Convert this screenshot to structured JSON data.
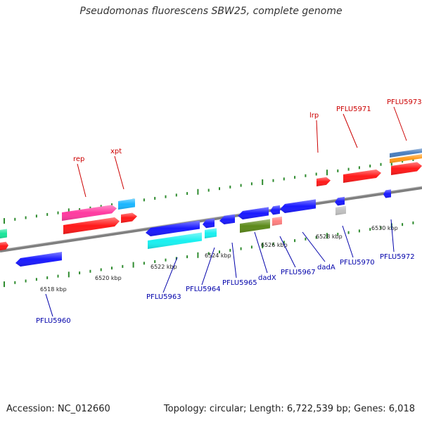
{
  "title": "Pseudomonas fluorescens SBW25, complete genome",
  "footer": {
    "accession": "Accession: NC_012660",
    "summary": "Topology: circular; Length: 6,722,539 bp; Genes: 6,018"
  },
  "colors": {
    "backbone": "#7f7f7f",
    "tick_major": "#2e8b2e",
    "tick_minor": "#2e8b2e",
    "label_forward": "#cc0000",
    "label_reverse": "#0000aa",
    "leader": "#0000aa",
    "leader_forward": "#cc0000"
  },
  "axis_ticks": [
    {
      "label": "6518 kbp"
    },
    {
      "label": "6520 kbp"
    },
    {
      "label": "6522 kbp"
    },
    {
      "label": "6524 kbp"
    },
    {
      "label": "6526 kbp"
    },
    {
      "label": "6528 kbp"
    },
    {
      "label": "6530 kbp"
    }
  ],
  "gene_labels_forward": [
    {
      "text": "rep"
    },
    {
      "text": "xpt"
    },
    {
      "text": "lrp"
    },
    {
      "text": "PFLU5971"
    },
    {
      "text": "PFLU5973"
    }
  ],
  "gene_labels_reverse": [
    {
      "text": "PFLU5960"
    },
    {
      "text": "PFLU5963"
    },
    {
      "text": "PFLU5964"
    },
    {
      "text": "PFLU5965"
    },
    {
      "text": "dadX"
    },
    {
      "text": "PFLU5967"
    },
    {
      "text": "dadA"
    },
    {
      "text": "PFLU5970"
    },
    {
      "text": "PFLU5972"
    }
  ],
  "feature_colors": {
    "red": "#ff1a1a",
    "pink": "#ff3aa0",
    "sky": "#1ab6ff",
    "blue": "#1a1aff",
    "cyan": "#19f0f0",
    "olive": "#5c8a1a",
    "salmon": "#ff8080",
    "grey": "#c0c0c0",
    "steel": "#4a7fbf",
    "orange": "#ff9a1a",
    "green": "#19e69a"
  }
}
